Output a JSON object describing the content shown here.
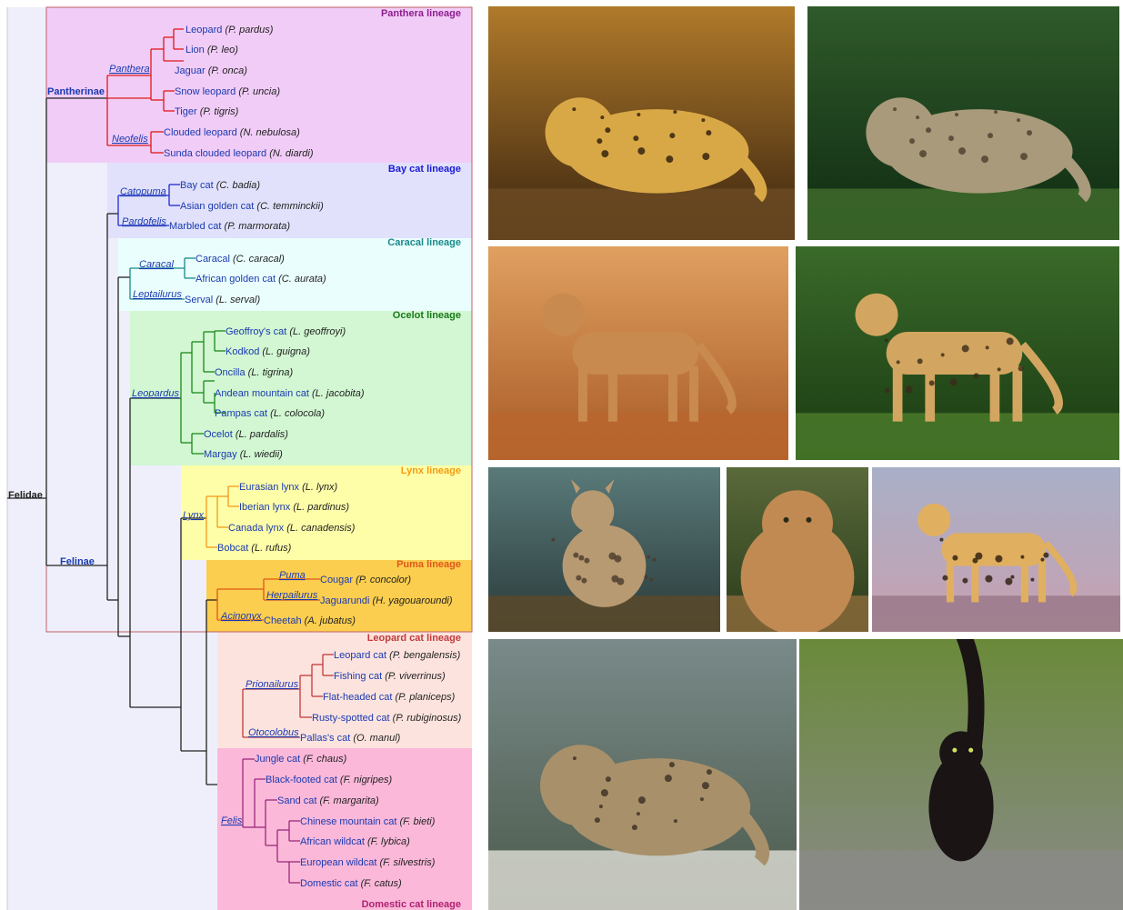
{
  "root": {
    "label": "Felidae"
  },
  "subfamilies": [
    {
      "label": "Pantherinae"
    },
    {
      "label": "Felinae"
    }
  ],
  "lineages": [
    {
      "title": "Panthera lineage",
      "color": "#8e1e8e",
      "bg": "#f1ccf7"
    },
    {
      "title": "Bay cat lineage",
      "color": "#1a1ad6",
      "bg": "#e1e1fb"
    },
    {
      "title": "Caracal lineage",
      "color": "#1a8a8a",
      "bg": "#eafefe"
    },
    {
      "title": "Ocelot lineage",
      "color": "#1a7a1a",
      "bg": "#d2f7d2"
    },
    {
      "title": "Lynx lineage",
      "color": "#f49b12",
      "bg": "#fffea8"
    },
    {
      "title": "Puma lineage",
      "color": "#e0571a",
      "bg": "#fbce4f"
    },
    {
      "title": "Leopard cat lineage",
      "color": "#c23a3a",
      "bg": "#fde3de"
    },
    {
      "title": "Domestic cat lineage",
      "color": "#b02273",
      "bg": "#fbb8d9"
    }
  ],
  "genera": [
    "Panthera",
    "Neofelis",
    "Catopuma",
    "Pardofelis",
    "Caracal",
    "Leptailurus",
    "Leopardus",
    "Lynx",
    "Puma",
    "Herpailurus",
    "Acinonyx",
    "Prionailurus",
    "Otocolobus",
    "Felis"
  ],
  "species": [
    {
      "common": "Leopard",
      "sci": "(P. pardus)"
    },
    {
      "common": "Lion",
      "sci": "(P. leo)"
    },
    {
      "common": "Jaguar",
      "sci": "(P. onca)"
    },
    {
      "common": "Snow leopard",
      "sci": "(P. uncia)"
    },
    {
      "common": "Tiger",
      "sci": "(P. tigris)"
    },
    {
      "common": "Clouded leopard",
      "sci": "(N. nebulosa)"
    },
    {
      "common": "Sunda clouded leopard",
      "sci": "(N. diardi)"
    },
    {
      "common": "Bay cat",
      "sci": "(C. badia)"
    },
    {
      "common": "Asian golden cat",
      "sci": "(C. temminckii)"
    },
    {
      "common": "Marbled cat",
      "sci": "(P. marmorata)"
    },
    {
      "common": "Caracal",
      "sci": "(C. caracal)"
    },
    {
      "common": "African golden cat",
      "sci": "(C. aurata)"
    },
    {
      "common": "Serval",
      "sci": "(L. serval)"
    },
    {
      "common": "Geoffroy's cat",
      "sci": "(L. geoffroyi)"
    },
    {
      "common": "Kodkod",
      "sci": "(L. guigna)"
    },
    {
      "common": "Oncilla",
      "sci": "(L. tigrina)"
    },
    {
      "common": "Andean mountain cat",
      "sci": "(L. jacobita)"
    },
    {
      "common": "Pampas cat",
      "sci": "(L. colocola)"
    },
    {
      "common": "Ocelot",
      "sci": "(L. pardalis)"
    },
    {
      "common": "Margay",
      "sci": "(L. wiedii)"
    },
    {
      "common": "Eurasian lynx",
      "sci": "(L. lynx)"
    },
    {
      "common": "Iberian lynx",
      "sci": "(L. pardinus)"
    },
    {
      "common": "Canada lynx",
      "sci": "(L. canadensis)"
    },
    {
      "common": "Bobcat",
      "sci": "(L. rufus)"
    },
    {
      "common": "Cougar",
      "sci": "(P. concolor)"
    },
    {
      "common": "Jaguarundi",
      "sci": "(H. yagouaroundi)"
    },
    {
      "common": "Cheetah",
      "sci": "(A. jubatus)"
    },
    {
      "common": "Leopard cat",
      "sci": "(P. bengalensis)"
    },
    {
      "common": "Fishing cat",
      "sci": "(P. viverrinus)"
    },
    {
      "common": "Flat-headed cat",
      "sci": "(P. planiceps)"
    },
    {
      "common": "Rusty-spotted cat",
      "sci": "(P. rubiginosus)"
    },
    {
      "common": "Pallas's cat",
      "sci": "(O. manul)"
    },
    {
      "common": "Jungle cat",
      "sci": "(F. chaus)"
    },
    {
      "common": "Black-footed cat",
      "sci": "(F. nigripes)"
    },
    {
      "common": "Sand cat",
      "sci": "(F. margarita)"
    },
    {
      "common": "Chinese mountain cat",
      "sci": "(F. bieti)"
    },
    {
      "common": "African wildcat",
      "sci": "(F. lybica)"
    },
    {
      "common": "European wildcat",
      "sci": "(F. silvestris)"
    },
    {
      "common": "Domestic cat",
      "sci": "(F. catus)"
    }
  ],
  "photos": [
    {
      "subject": "leopard"
    },
    {
      "subject": "clouded-leopard"
    },
    {
      "subject": "caracal"
    },
    {
      "subject": "margay"
    },
    {
      "subject": "lynx"
    },
    {
      "subject": "cougar"
    },
    {
      "subject": "cheetah"
    },
    {
      "subject": "fishing-cat"
    },
    {
      "subject": "domestic-cat"
    }
  ]
}
